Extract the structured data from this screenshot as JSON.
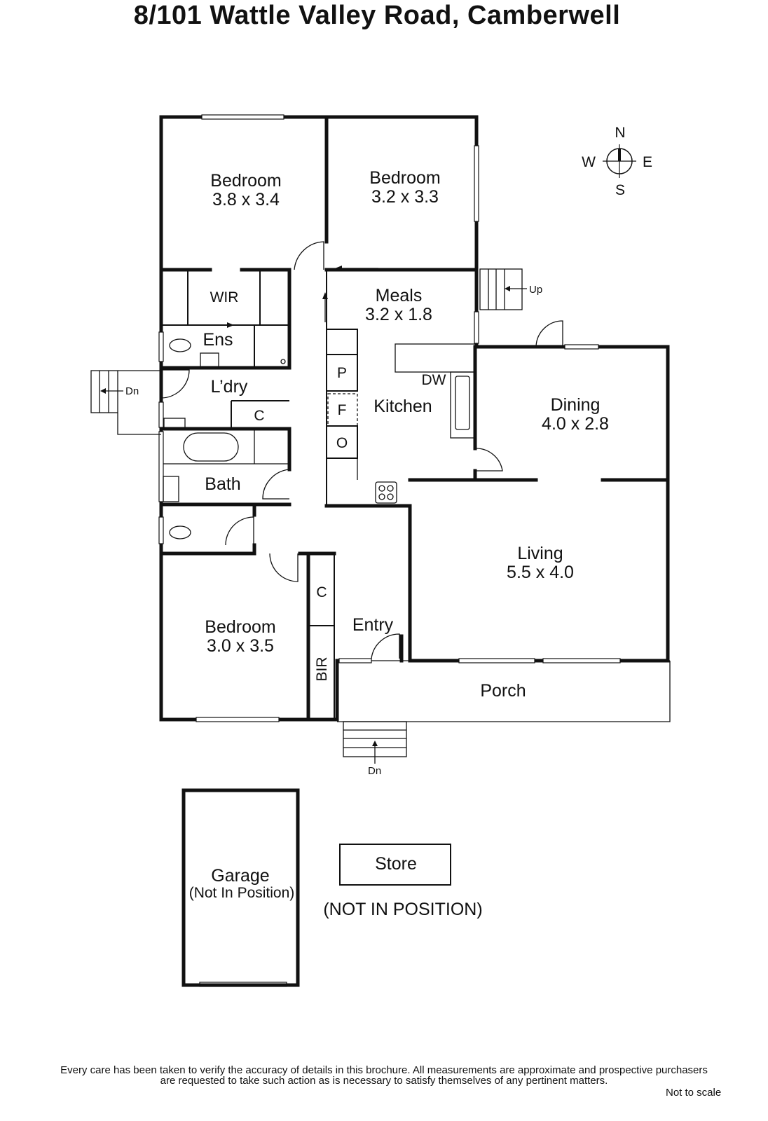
{
  "title": "8/101 Wattle Valley Road, Camberwell",
  "compass": {
    "n": "N",
    "e": "E",
    "s": "S",
    "w": "W"
  },
  "rooms": {
    "bedroom1": {
      "name": "Bedroom",
      "size": "3.8 x 3.4"
    },
    "bedroom2": {
      "name": "Bedroom",
      "size": "3.2 x 3.3"
    },
    "bedroom3": {
      "name": "Bedroom",
      "size": "3.0 x 3.5"
    },
    "meals": {
      "name": "Meals",
      "size": "3.2 x 1.8"
    },
    "dining": {
      "name": "Dining",
      "size": "4.0 x 2.8"
    },
    "living": {
      "name": "Living",
      "size": "5.5 x 4.0"
    },
    "wir": "WIR",
    "ens": "Ens",
    "laundry": "L’dry",
    "laundry_cupboard": "C",
    "kitchen": "Kitchen",
    "bath": "Bath",
    "entry": "Entry",
    "hall_cupboard": "C",
    "bir": "BIR",
    "porch": "Porch",
    "garage": "Garage",
    "garage_note": "(Not In Position)",
    "store": "Store",
    "store_note": "(NOT IN POSITION)"
  },
  "fixtures": {
    "pantry": "P",
    "fridge": "F",
    "oven": "O",
    "dishwasher": "DW"
  },
  "stairs": {
    "up": "Up",
    "dn_side": "Dn",
    "dn_front": "Dn"
  },
  "disclaimer": {
    "line1": "Every care has been taken to verify the accuracy of details in this brochure.  All measurements are approximate and prospective purchasers",
    "line2": "are requested to take such action as is necessary to satisfy themselves of any pertinent matters.",
    "scale": "Not to scale"
  }
}
